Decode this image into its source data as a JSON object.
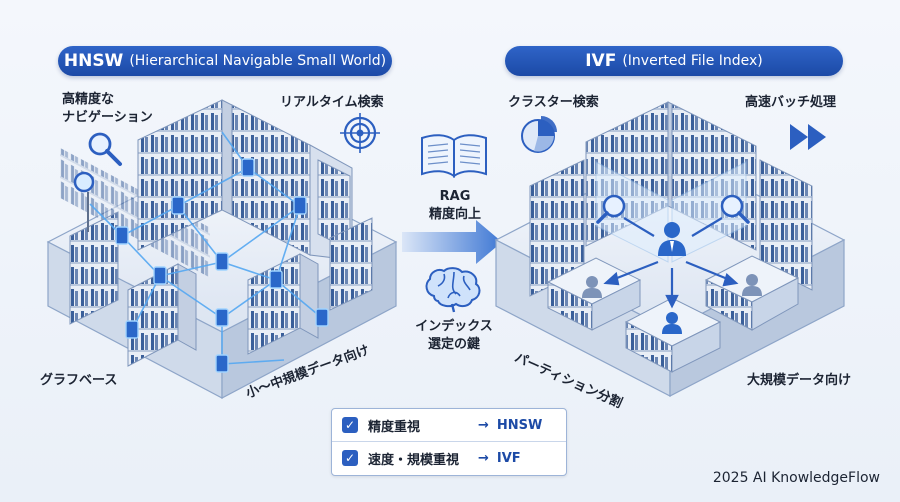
{
  "hnsw": {
    "title_main": "HNSW",
    "title_sub": "(Hierarchical Navigable Small World)",
    "feature_nav_line1": "高精度な",
    "feature_nav_line2": "ナビゲーション",
    "feature_realtime": "リアルタイム検索",
    "feature_graph": "グラフベース",
    "feature_scale": "小〜中規模データ向け"
  },
  "center": {
    "rag_line1": "RAG",
    "rag_line2": "精度向上",
    "index_line1": "インデックス",
    "index_line2": "選定の鍵"
  },
  "ivf": {
    "title_main": "IVF",
    "title_sub": "(Inverted File Index)",
    "feature_cluster": "クラスター検索",
    "feature_batch": "高速バッチ処理",
    "feature_partition": "パーティション分割",
    "feature_scale": "大規模データ向け"
  },
  "legend": {
    "rows": [
      {
        "label": "精度重視",
        "arrow": "→",
        "target": "HNSW"
      },
      {
        "label": "速度・規模重視",
        "arrow": "→",
        "target": "IVF"
      }
    ]
  },
  "footer": "2025 AI KnowledgeFlow",
  "colors": {
    "primary": "#1c4aa6",
    "accent": "#2f64c8",
    "node": "#2a67c9",
    "glow": "#6ec3ff"
  }
}
